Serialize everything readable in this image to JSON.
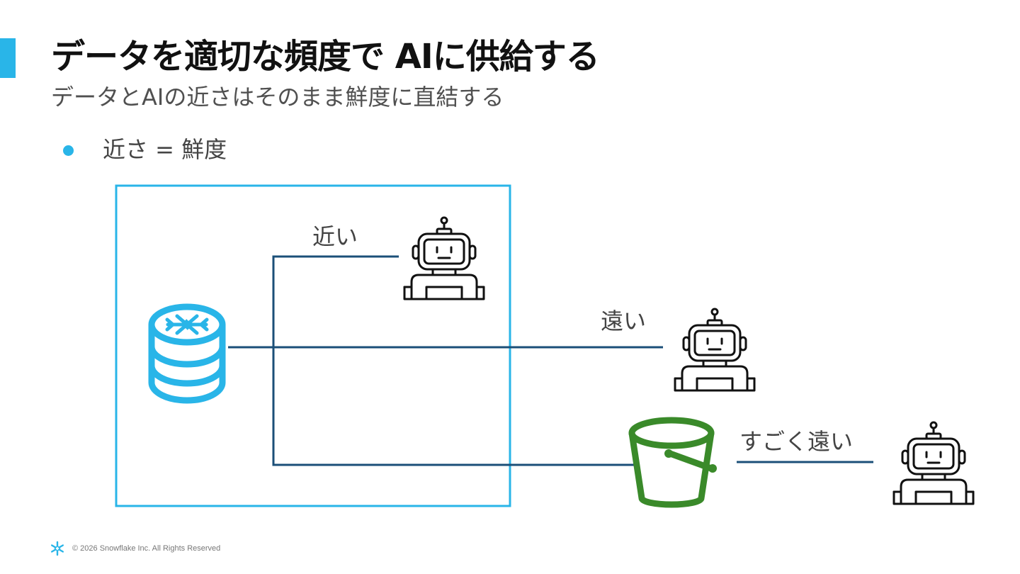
{
  "slide": {
    "title": "データを適切な頻度で AIに供給する",
    "subtitle": "データとAIの近さはそのまま鮮度に直結する",
    "bullet": "近さ = 鮮度"
  },
  "diagram": {
    "labels": {
      "near": "近い",
      "far": "遠い",
      "very_far": "すごく遠い"
    },
    "colors": {
      "accent": "#29B5E8",
      "connector": "#1B4F78",
      "bucket": "#3A8A2A",
      "robot": "#111111"
    },
    "icons": [
      "snowflake-database-icon",
      "robot-icon",
      "bucket-icon"
    ]
  },
  "footer": {
    "copyright": "© 2026 Snowflake Inc. All Rights Reserved"
  }
}
